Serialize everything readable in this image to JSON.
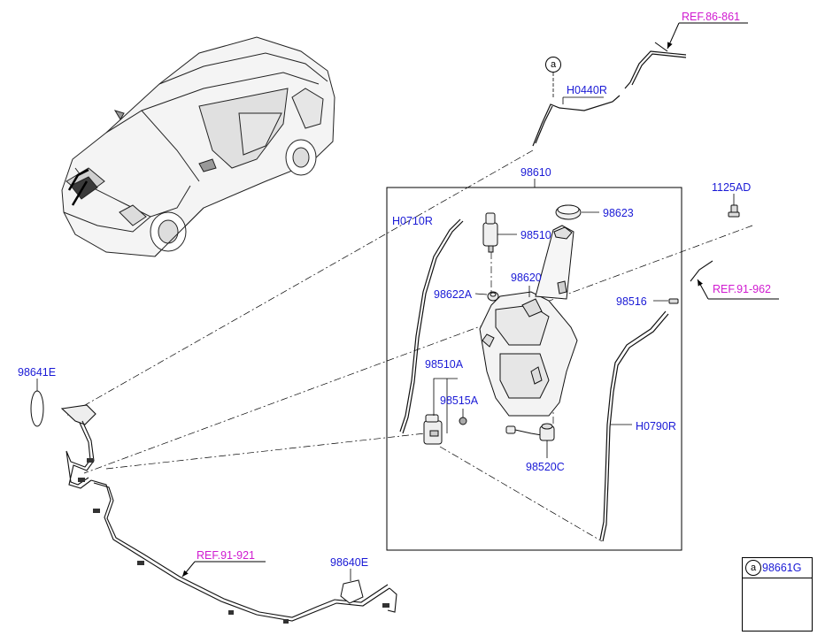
{
  "diagram": {
    "refs": {
      "ref_86_861": "REF.86-861",
      "ref_91_962": "REF.91-962",
      "ref_91_921": "REF.91-921"
    },
    "parts": {
      "h0440r": "H0440R",
      "p98610": "98610",
      "h0710r": "H0710R",
      "p98623": "98623",
      "p98510": "98510",
      "p1125ad": "1125AD",
      "p98620": "98620",
      "p98622a": "98622A",
      "p98516": "98516",
      "p98510a": "98510A",
      "p98515a": "98515A",
      "h0790r": "H0790R",
      "p98520c": "98520C",
      "p98641e": "98641E",
      "p98640e": "98640E"
    },
    "marker": "a",
    "legend": {
      "marker": "a",
      "part": "98661G"
    },
    "colors": {
      "part_label": "#1a1ad6",
      "ref_label": "#d01bd0",
      "line": "#000000"
    }
  }
}
